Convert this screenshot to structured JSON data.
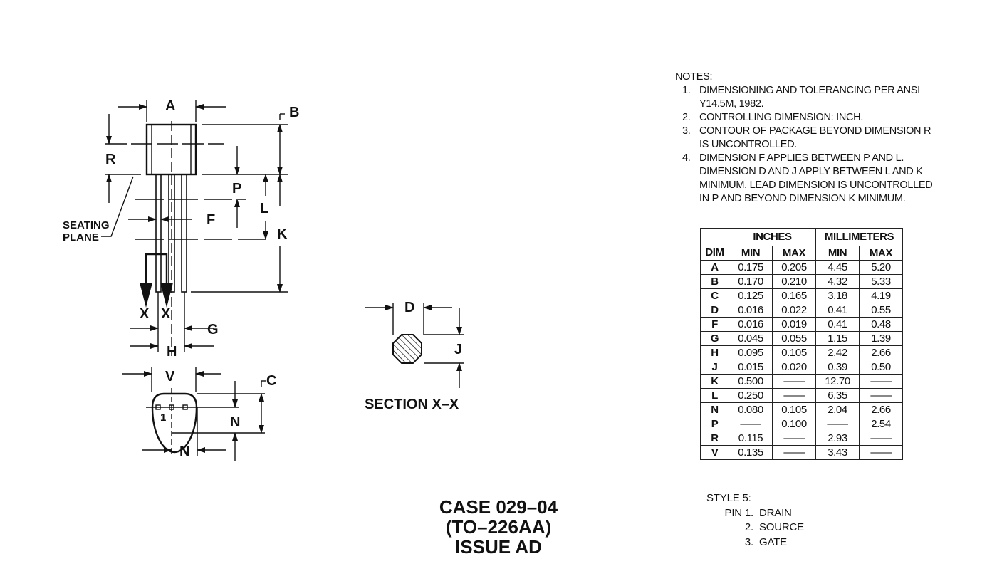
{
  "drawing": {
    "labels": {
      "A": "A",
      "B": "B",
      "R": "R",
      "P": "P",
      "L": "L",
      "K": "K",
      "F": "F",
      "X1": "X",
      "X2": "X",
      "G": "G",
      "H": "H",
      "V": "V",
      "C": "C",
      "N1": "N",
      "N2": "N",
      "D": "D",
      "J": "J",
      "pin1": "1"
    },
    "seating_plane": [
      "SEATING",
      "PLANE"
    ],
    "section_title": "SECTION X–X"
  },
  "notes": {
    "title": "NOTES:",
    "items": [
      {
        "num": "1.",
        "lines": [
          "DIMENSIONING AND TOLERANCING PER ANSI",
          "Y14.5M, 1982."
        ]
      },
      {
        "num": "2.",
        "lines": [
          "CONTROLLING DIMENSION: INCH."
        ]
      },
      {
        "num": "3.",
        "lines": [
          "CONTOUR OF PACKAGE BEYOND DIMENSION R",
          "IS UNCONTROLLED."
        ]
      },
      {
        "num": "4.",
        "lines": [
          "DIMENSION F APPLIES BETWEEN P AND L.",
          "DIMENSION D AND J APPLY BETWEEN L AND K",
          "MINIMUM. LEAD DIMENSION IS UNCONTROLLED",
          "IN P AND BEYOND DIMENSION K MINIMUM."
        ]
      }
    ]
  },
  "table": {
    "group_headers": [
      "INCHES",
      "MILLIMETERS"
    ],
    "col_headers": [
      "DIM",
      "MIN",
      "MAX",
      "MIN",
      "MAX"
    ],
    "rows": [
      [
        "A",
        "0.175",
        "0.205",
        "4.45",
        "5.20"
      ],
      [
        "B",
        "0.170",
        "0.210",
        "4.32",
        "5.33"
      ],
      [
        "C",
        "0.125",
        "0.165",
        "3.18",
        "4.19"
      ],
      [
        "D",
        "0.016",
        "0.022",
        "0.41",
        "0.55"
      ],
      [
        "F",
        "0.016",
        "0.019",
        "0.41",
        "0.48"
      ],
      [
        "G",
        "0.045",
        "0.055",
        "1.15",
        "1.39"
      ],
      [
        "H",
        "0.095",
        "0.105",
        "2.42",
        "2.66"
      ],
      [
        "J",
        "0.015",
        "0.020",
        "0.39",
        "0.50"
      ],
      [
        "K",
        "0.500",
        "——",
        "12.70",
        "——"
      ],
      [
        "L",
        "0.250",
        "——",
        "6.35",
        "——"
      ],
      [
        "N",
        "0.080",
        "0.105",
        "2.04",
        "2.66"
      ],
      [
        "P",
        "——",
        "0.100",
        "——",
        "2.54"
      ],
      [
        "R",
        "0.115",
        "——",
        "2.93",
        "——"
      ],
      [
        "V",
        "0.135",
        "——",
        "3.43",
        "——"
      ]
    ]
  },
  "case": [
    "CASE 029–04",
    "(TO–226AA)",
    "ISSUE AD"
  ],
  "style": {
    "title": "STYLE 5:",
    "pins": [
      {
        "label": "PIN 1.",
        "name": "DRAIN"
      },
      {
        "label": "2.",
        "name": "SOURCE"
      },
      {
        "label": "3.",
        "name": "GATE"
      }
    ]
  }
}
